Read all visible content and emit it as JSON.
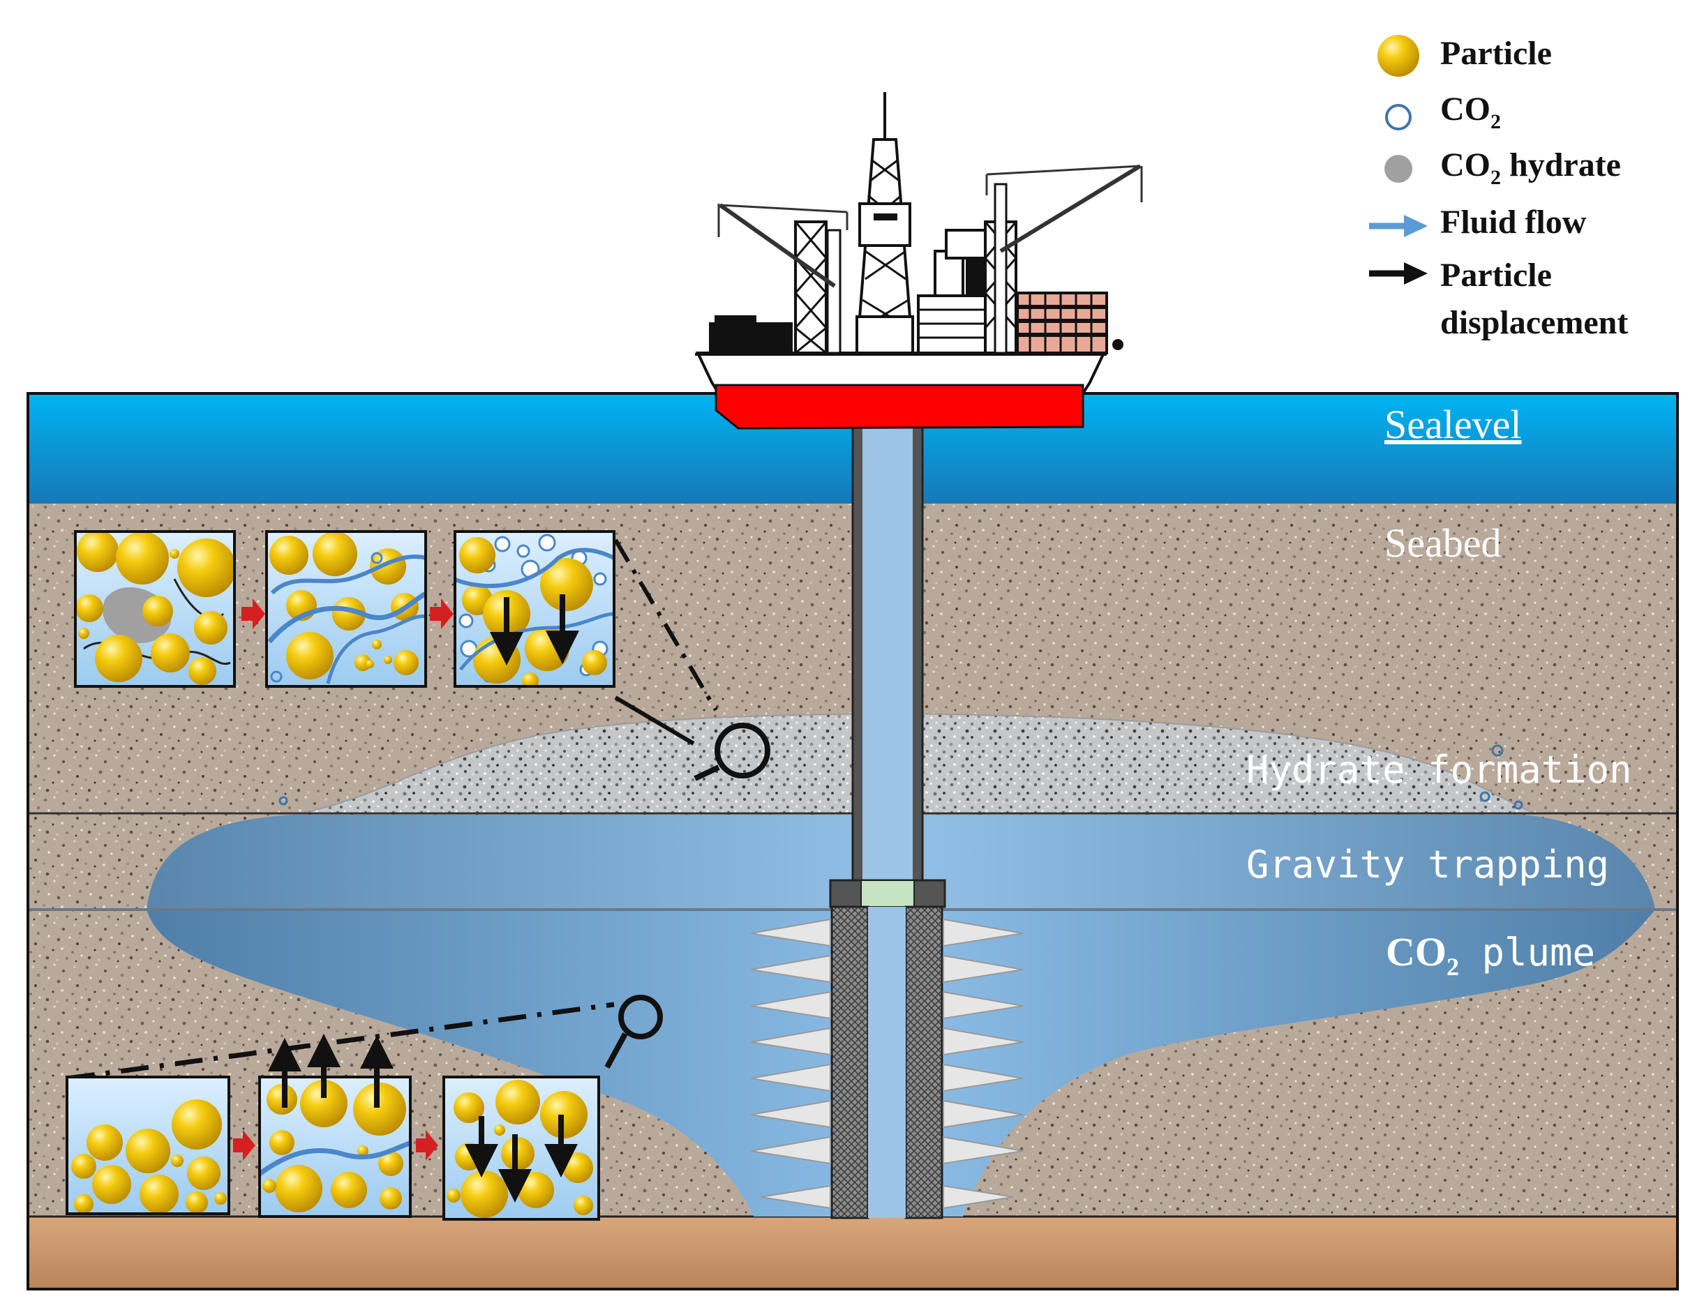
{
  "legend": {
    "particle": "Particle",
    "co2": "CO",
    "co2_sub": "2",
    "co2_hydrate": "CO",
    "co2_hydrate_sub": "2",
    "co2_hydrate_suffix": " hydrate",
    "fluid_flow": "Fluid flow",
    "particle_disp_line1": "Particle",
    "particle_disp_line2": "displacement"
  },
  "layers": {
    "sealevel": "Sealevel",
    "seabed": "Seabed",
    "hydrate_formation": "Hydrate formation",
    "gravity_trapping": "Gravity trapping",
    "plume_prefix": "CO",
    "plume_sub": "2",
    "plume_suffix": " plume"
  },
  "colors": {
    "sea_top": "#00b0f0",
    "sea_bottom": "#1a7fc0",
    "sediment": "#b8a898",
    "base_layer": "#c8956a",
    "plume": "#7fb0d8",
    "particle": "#f2c200",
    "fluid_flow": "#4a86c8",
    "hull_red": "#ff0000",
    "hydrate_gray": "#a0a0a0"
  },
  "icons": {
    "particle": "gold-sphere-icon",
    "co2": "hollow-circle-icon",
    "co2_hydrate": "gray-circle-icon",
    "fluid_flow": "blue-arrow-icon",
    "particle_displacement": "black-arrow-icon",
    "magnifier": "magnifier-icon",
    "platform": "drilling-ship-icon"
  }
}
